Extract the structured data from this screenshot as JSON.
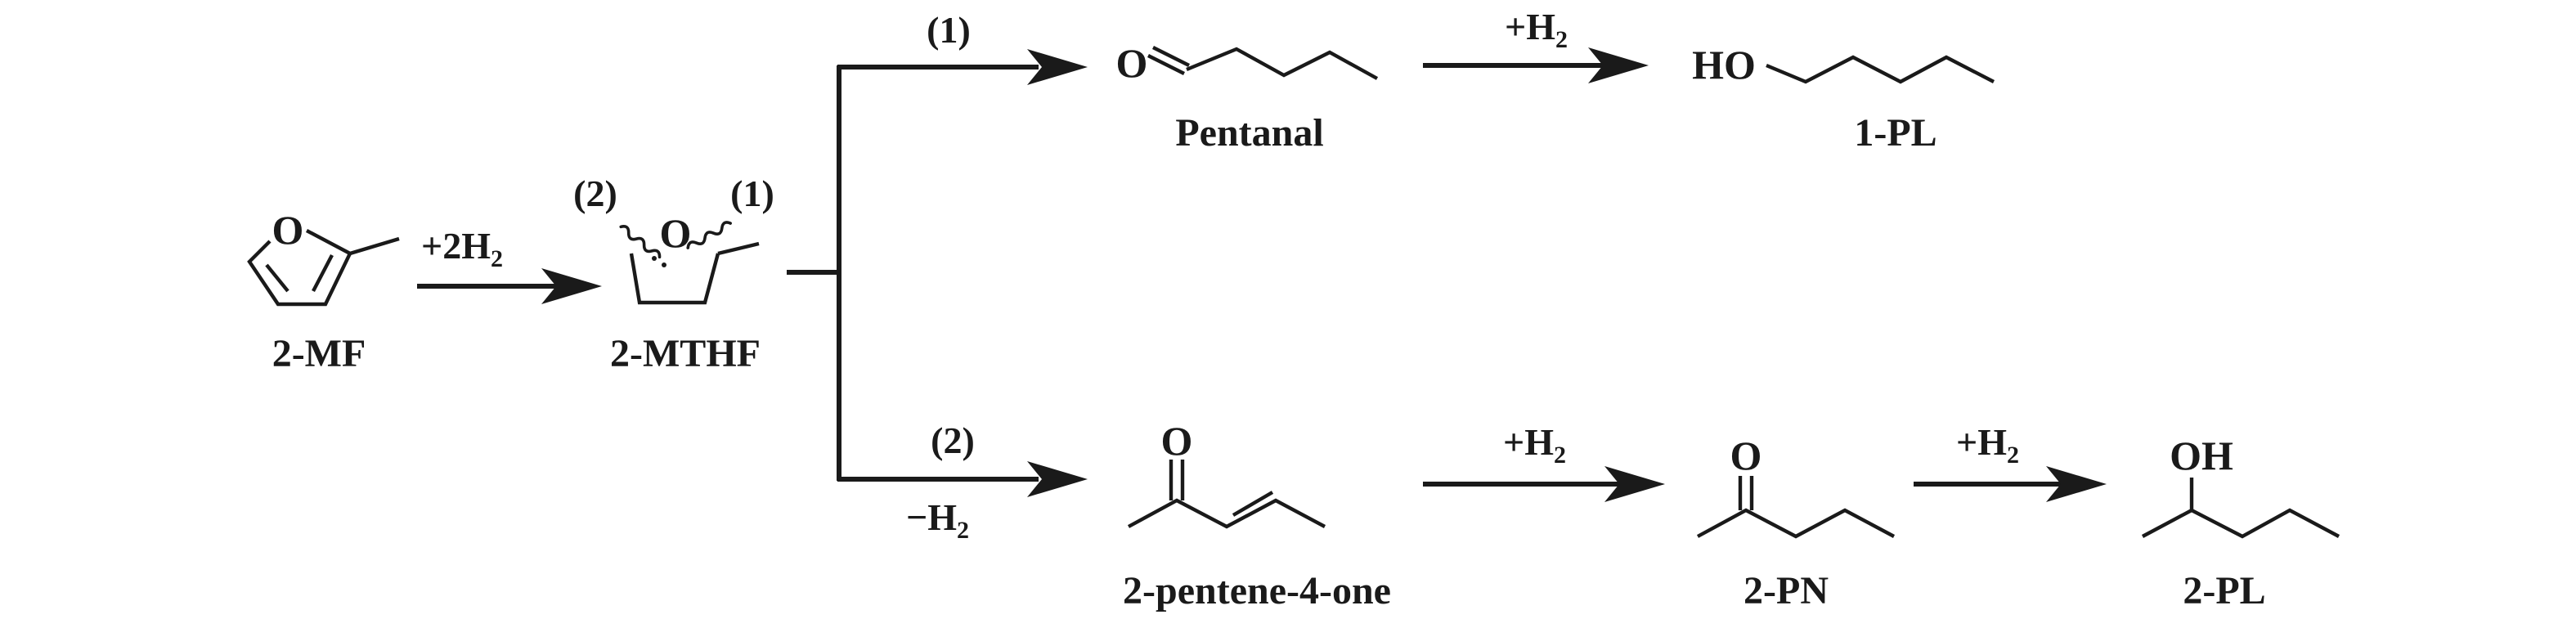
{
  "compounds": {
    "mf": "2-MF",
    "mthf": "2-MTHF",
    "pentanal": "Pentanal",
    "pl1": "1-PL",
    "pentenone": "2-pentene-4-one",
    "pn": "2-PN",
    "pl2": "2-PL"
  },
  "atoms": {
    "oxygen": "O",
    "hydroxyl_left": "HO",
    "hydroxyl_top": "OH"
  },
  "reagents": {
    "hydrogenation_2h2": {
      "prefix": "+2H",
      "subscript": "2"
    },
    "add_h2": {
      "prefix": "+H",
      "subscript": "2"
    },
    "remove_h2": {
      "prefix": "−H",
      "subscript": "2"
    }
  },
  "pathways": {
    "path1": "(1)",
    "path2": "(2)"
  }
}
